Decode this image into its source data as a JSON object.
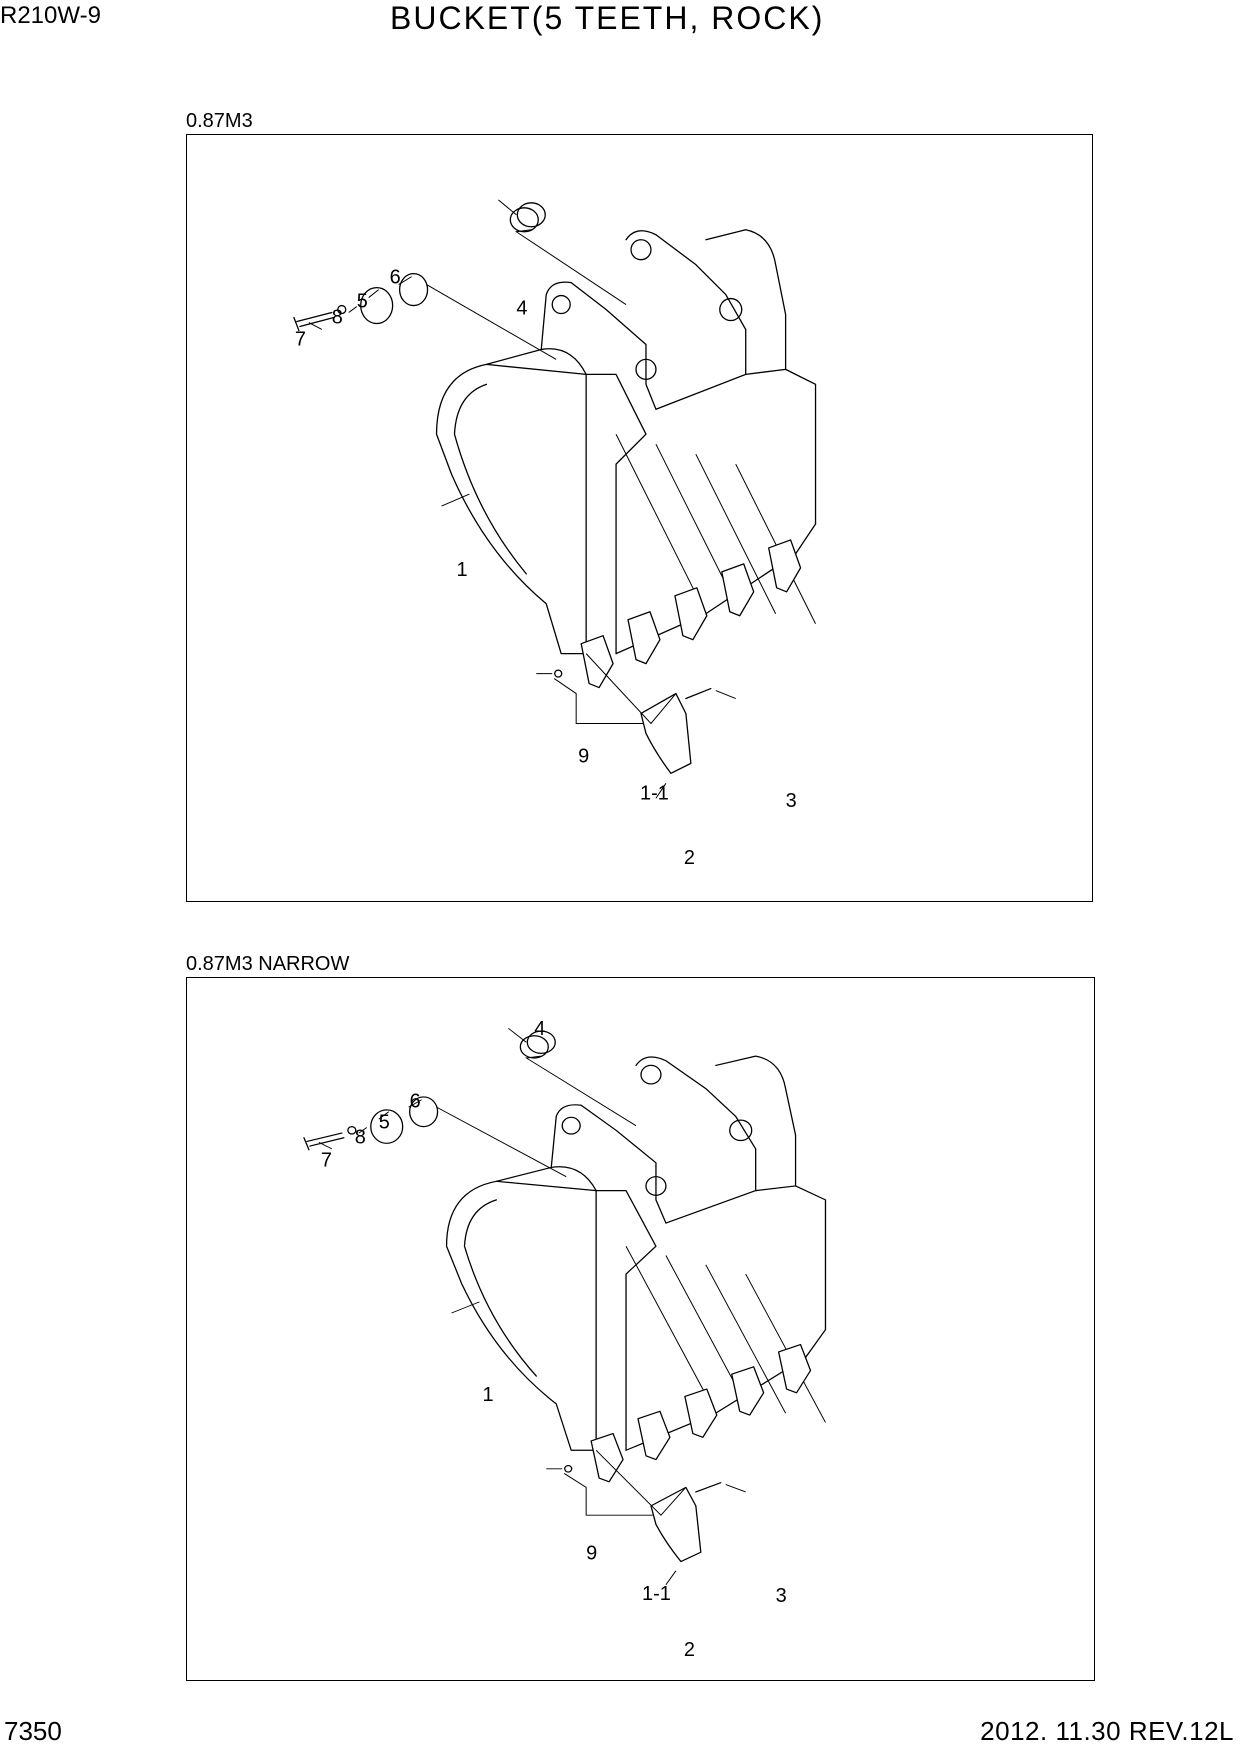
{
  "header": {
    "model": "R210W-9",
    "title": "BUCKET(5 TEETH, ROCK)"
  },
  "panels": [
    {
      "caption": "0.87M3",
      "callouts": {
        "c1": "1",
        "c1_1": "1-1",
        "c2": "2",
        "c3": "3",
        "c4": "4",
        "c5": "5",
        "c6": "6",
        "c7": "7",
        "c8": "8",
        "c9": "9"
      }
    },
    {
      "caption": "0.87M3 NARROW",
      "callouts": {
        "c1": "1",
        "c1_1": "1-1",
        "c2": "2",
        "c3": "3",
        "c4": "4",
        "c5": "5",
        "c6": "6",
        "c7": "7",
        "c8": "8",
        "c9": "9"
      }
    }
  ],
  "footer": {
    "page": "7350",
    "revision": "2012. 11.30  REV.12L"
  }
}
